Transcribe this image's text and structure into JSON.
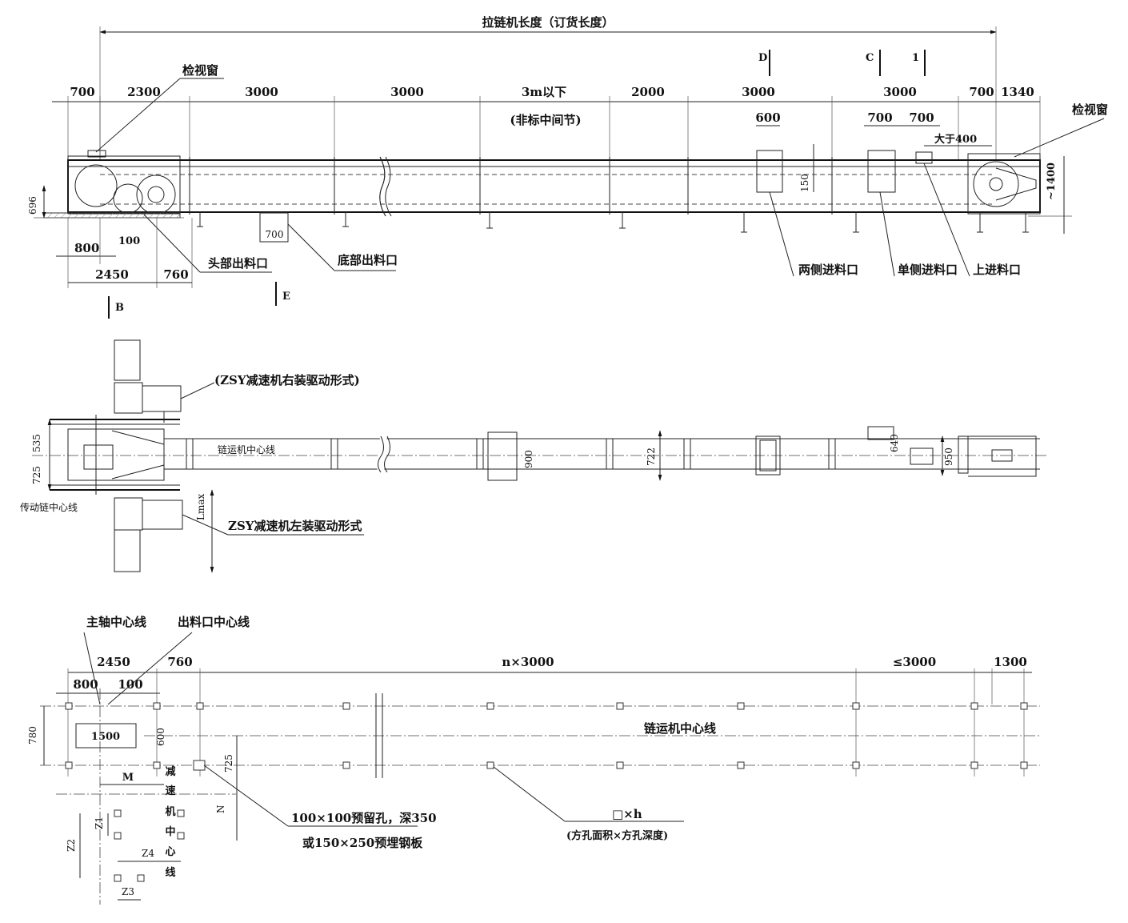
{
  "elevation": {
    "overall_length_label": "拉链机长度（订货长度）",
    "top_dims": [
      "700",
      "2300",
      "3000",
      "3000",
      "3m以下",
      "2000",
      "3000",
      "3000",
      "700",
      "1340"
    ],
    "nonstandard_note": "(非标中间节)",
    "view_window_left": "检视窗",
    "view_window_right": "检视窗",
    "section_marks": {
      "d": "D",
      "c": "C",
      "one": "1",
      "b": "B",
      "e": "E"
    },
    "dim_600": "600",
    "dim_700a": "700",
    "dim_700b": "700",
    "greater_than_400": "大于400",
    "dim_150": "150",
    "dim_1400": "~1400",
    "dim_696": "696",
    "dim_800": "800",
    "dim_100": "100",
    "dim_2450": "2450",
    "dim_760": "760",
    "dim_700_bottom": "700",
    "head_outlet": "头部出料口",
    "bottom_outlet": "底部出料口",
    "both_side_inlet": "两侧进料口",
    "single_side_inlet": "单侧进料口",
    "top_inlet": "上进料口"
  },
  "plan": {
    "right_drive_label": "(ZSY减速机右装驱动形式)",
    "left_drive_label": "ZSY减速机左装驱动形式",
    "conveyor_centerline": "链运机中心线",
    "drive_chain_centerline": "传动链中心线",
    "dim_535": "535",
    "dim_725": "725",
    "dim_900": "900",
    "dim_722": "722",
    "dim_640": "640",
    "dim_950": "950",
    "lmax": "Lmax"
  },
  "foundation": {
    "main_shaft_centerline": "主轴中心线",
    "outlet_centerline": "出料口中心线",
    "dim_2450": "2450",
    "dim_760": "760",
    "n_x_3000": "n×3000",
    "le_3000": "≤3000",
    "dim_1300": "1300",
    "dim_800": "800",
    "dim_100": "100",
    "dim_780": "780",
    "dim_1500": "1500",
    "dim_600": "600",
    "dim_725": "725",
    "dim_m": "M",
    "dim_n": "N",
    "dim_z1": "Z1",
    "dim_z2": "Z2",
    "dim_z3": "Z3",
    "dim_z4": "Z4",
    "reducer_centerline": [
      "减",
      "速",
      "机",
      "中",
      "心",
      "线"
    ],
    "conveyor_centerline": "链运机中心线",
    "hole_note_1": "100×100预留孔，深350",
    "hole_note_2": "或150×250预埋钢板",
    "square_hole_1": "□×h",
    "square_hole_2": "(方孔面积×方孔深度)"
  }
}
